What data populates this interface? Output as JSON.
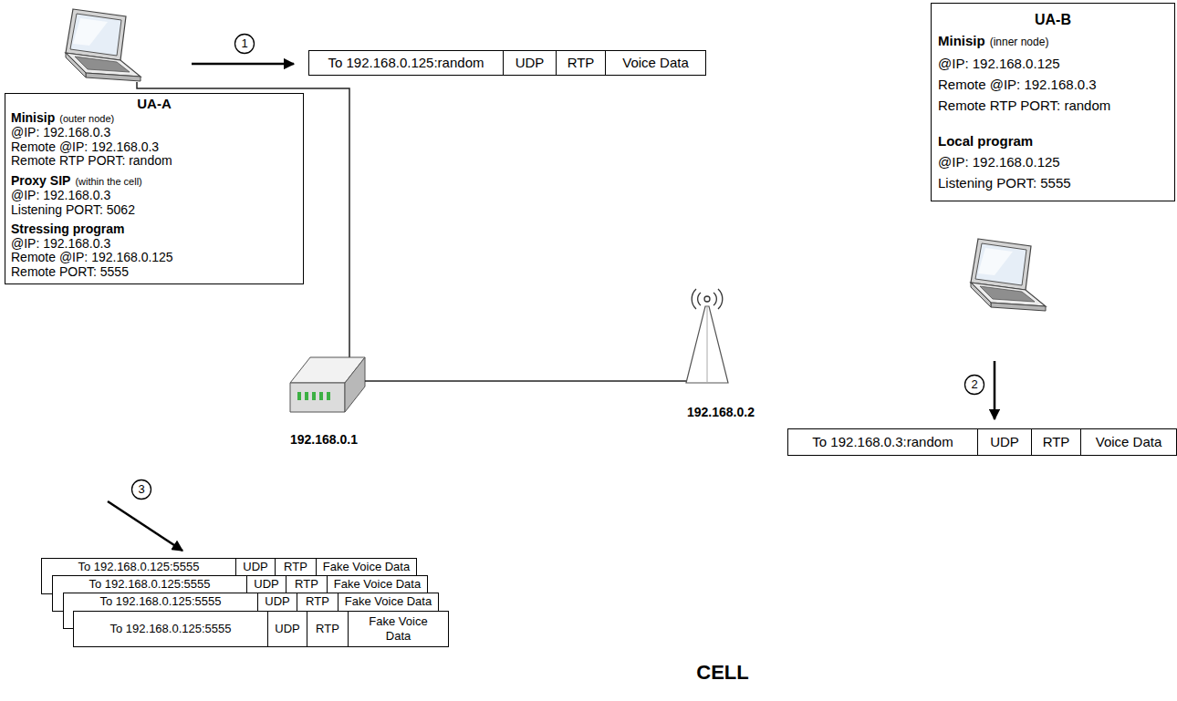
{
  "diagram": {
    "nodes": [
      {
        "text": [
          "UA-A",
          "Minisip",
          "(outer node)",
          "@IP: 192.168.0.3",
          "Remote @IP: 192.168.0.3",
          "Remote RTP PORT: random",
          "Proxy SIP",
          "(within the cell)",
          "@IP: 192.168.0.3",
          "Listening PORT: 5062",
          "Stressing program",
          "@IP: 192.168.0.3",
          "Remote @IP: 192.168.0.125",
          "Remote PORT: 5555"
        ]
      },
      {
        "text": [
          "1"
        ]
      },
      {
        "text": [
          "To 192.168.0.125:random",
          "UDP",
          "RTP",
          "Voice Data"
        ]
      },
      {
        "text": [
          "UA-B",
          "Minisip",
          "(inner node)",
          "@IP: 192.168.0.125",
          "Remote @IP: 192.168.0.3",
          "Remote RTP PORT: random",
          "Local program",
          "@IP: 192.168.0.125",
          "Listening PORT: 5555"
        ]
      },
      {
        "text": [
          "CELL"
        ]
      },
      {
        "text": [
          "192.168.0.2"
        ],
        "in": 4
      },
      {
        "text": [
          "192.168.0.1"
        ]
      },
      {
        "text": [
          "2"
        ],
        "in": 4
      },
      {
        "text": [
          "To 192.168.0.3:random",
          "UDP",
          "RTP",
          "Voice Data"
        ]
      },
      {
        "text": [
          "3"
        ]
      },
      {
        "text": [
          "To 192.168.0.125:5555",
          "UDP",
          "RTP",
          "Fake Voice Data"
        ]
      },
      {
        "text": [
          "To 192.168.0.125:5555",
          "UDP",
          "RTP",
          "Fake Voice Data"
        ]
      },
      {
        "text": [
          "To 192.168.0.125:5555",
          "UDP",
          "RTP",
          "Fake Voice Data"
        ]
      },
      {
        "text": [
          "To 192.168.0.125:5555",
          "UDP",
          "RTP",
          "Fake Voice Data"
        ]
      }
    ],
    "edges": [
      {
        "from": 6,
        "to": 5,
        "arrow": "none"
      }
    ]
  }
}
